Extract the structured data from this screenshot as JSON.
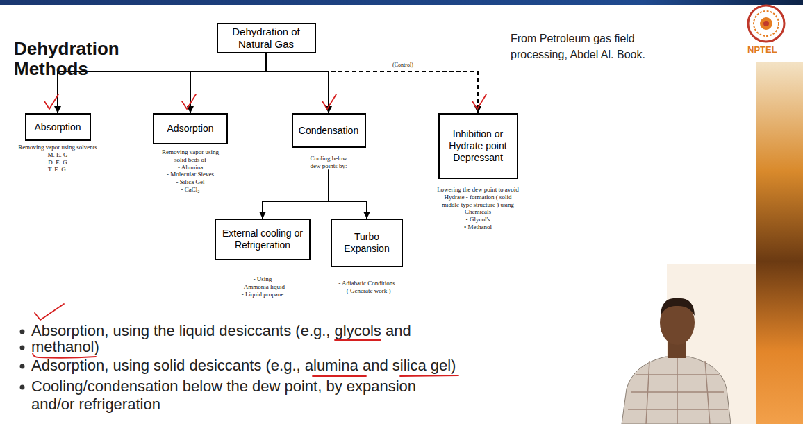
{
  "diagram": {
    "title": "Dehydration Methods",
    "nodes": [
      {
        "text": [
          "Dehydration of Natural Gas"
        ]
      },
      {
        "text": [
          "Absorption",
          "Removing vapor using solvents",
          "M. E. G",
          "D. E. G",
          "T. E. G."
        ]
      },
      {
        "text": [
          "Adsorption",
          "Removing vapor using solid beds of",
          "- Alumina",
          "- Molecular Sieves",
          "- Silica Gel",
          "- CaCl₂"
        ]
      },
      {
        "text": [
          "Condensation",
          "Cooling below dew points by:"
        ]
      },
      {
        "text": [
          "Inhibition or Hydrate point Depressant",
          "Lowering the dew point to avoid Hydrate - formation ( solid middle-type structure ) using Chemicals",
          "• Glycol's",
          "• Methanol"
        ]
      },
      {
        "text": [
          "External cooling or Refrigeration",
          "- Using",
          "- Ammonia liquid",
          "- Liquid propane"
        ]
      },
      {
        "text": [
          "Turbo Expansion",
          "- Adiabatic Conditions",
          "- ( Generate work )"
        ]
      }
    ],
    "edges": [
      {
        "from": 0,
        "to": 1,
        "arrow": "to"
      },
      {
        "from": 0,
        "to": 2,
        "arrow": "to"
      },
      {
        "from": 0,
        "to": 3,
        "arrow": "to"
      },
      {
        "from": 0,
        "to": 4,
        "arrow": "to",
        "label": "(Control)"
      },
      {
        "from": 3,
        "to": 5,
        "arrow": "to"
      },
      {
        "from": 3,
        "to": 6,
        "arrow": "to"
      }
    ],
    "labels": [
      "From Petroleum gas field processing, Abdel Al. Book.",
      "NPTEL",
      "Absorption, using the liquid desiccants (e.g., glycols and",
      "methanol)",
      "Adsorption, using solid desiccants (e.g., alumina and silica gel)",
      "Cooling/condensation below the dew point, by expansion and/or refrigeration"
    ]
  }
}
